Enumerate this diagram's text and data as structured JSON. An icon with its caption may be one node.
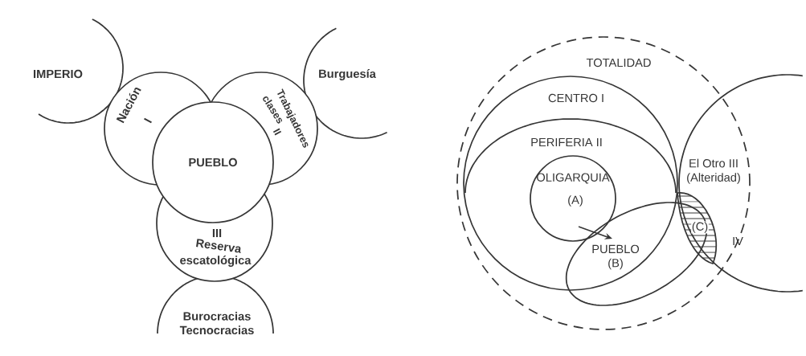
{
  "diagram": {
    "nodes": [
      {
        "text": [
          "IMPERIO"
        ]
      },
      {
        "text": [
          "Burguesía"
        ]
      },
      {
        "text": [
          "Nación",
          "I"
        ]
      },
      {
        "text": [
          "Trabajadores",
          "clases",
          "II"
        ]
      },
      {
        "text": [
          "PUEBLO"
        ]
      },
      {
        "text": [
          "III",
          "Reserva",
          "escatológica"
        ]
      },
      {
        "text": [
          "Burocracias Tecnocracias"
        ]
      },
      {
        "text": [
          "TOTALIDAD"
        ]
      },
      {
        "text": [
          "CENTRO I"
        ],
        "in": 7
      },
      {
        "text": [
          "PERIFERIA II"
        ],
        "in": 8
      },
      {
        "text": [
          "OLIGARQUIA",
          "(A)"
        ],
        "in": 8
      },
      {
        "text": [
          "PUEBLO",
          "(B)"
        ],
        "in": 7
      },
      {
        "text": [
          "El Otro III",
          "(Alteridad)"
        ]
      },
      {
        "text": [
          "(C)"
        ]
      }
    ],
    "edges": [
      {
        "from": 10,
        "to": 11,
        "arrow": "to"
      }
    ],
    "labels": [
      "IV"
    ]
  }
}
